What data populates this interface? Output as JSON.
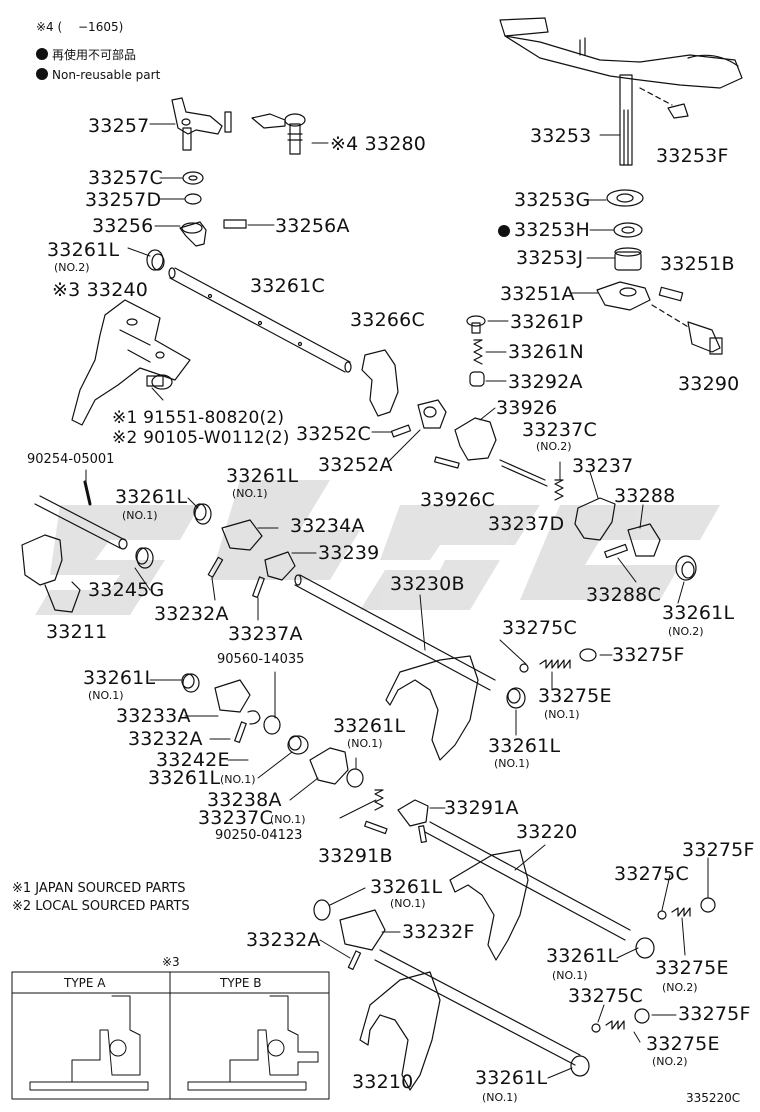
{
  "legend": {
    "note4": "※4 (　 −1605)",
    "nonreusable_jp": "再使用不可部品",
    "nonreusable_en": "Non-reusable part",
    "note1": "※1 JAPAN SOURCED PARTS",
    "note2": "※2 LOCAL SOURCED PARTS"
  },
  "type_box": {
    "mark": "※3",
    "type_a": "TYPE A",
    "type_b": "TYPE B"
  },
  "diagram_code": "335220C",
  "parts": {
    "p33257": "33257",
    "p33280": "※4 33280",
    "p33257c": "33257C",
    "p33257d": "33257D",
    "p33256": "33256",
    "p33256a": "33256A",
    "p33261l_a": "33261L",
    "no2_a": "(NO.2)",
    "p33240": "※3 33240",
    "p33261c": "33261C",
    "p33266c": "33266C",
    "p91551": "※1 91551-80820(2)",
    "p90105": "※2 90105-W0112(2)",
    "p33252c": "33252C",
    "p33252a": "33252A",
    "p33253": "33253",
    "p33253f": "33253F",
    "p33253g": "33253G",
    "p33253h": "33253H",
    "p33253j": "33253J",
    "p33251b": "33251B",
    "p33251a": "33251A",
    "p33261p": "33261P",
    "p33261n": "33261N",
    "p33292a": "33292A",
    "p33290": "33290",
    "p33926": "33926",
    "p33237c_t": "33237C",
    "no2_b": "(NO.2)",
    "p33237": "33237",
    "p33926c": "33926C",
    "p33237d": "33237D",
    "p33288": "33288",
    "p33288c": "33288C",
    "p33261l_b": "33261L",
    "no2_c": "(NO.2)",
    "p90254": "90254-05001",
    "p33261l_c": "33261L",
    "no1_c": "(NO.1)",
    "p33261l_d": "33261L",
    "no1_d": "(NO.1)",
    "p33234a": "33234A",
    "p33239": "33239",
    "p33245g": "33245G",
    "p33211": "33211",
    "p33232a_a": "33232A",
    "p33237a": "33237A",
    "p33230b": "33230B",
    "p90560": "90560-14035",
    "p33261l_e": "33261L",
    "no1_e": "(NO.1)",
    "p33233a": "33233A",
    "p33232a_b": "33232A",
    "p33242e": "33242E",
    "p33261l_f": "33261L",
    "no1_f": "(NO.1)",
    "p33275c_a": "33275C",
    "p33275f_a": "33275F",
    "p33275e_a": "33275E",
    "no1_g": "(NO.1)",
    "p33261l_g": "33261L",
    "no1_h": "(NO.1)",
    "p33261l_h": "33261L",
    "no1_i": "(NO.1)",
    "p33238a": "33238A",
    "p33237c_b": "33237C",
    "no1_j": "(NO.1)",
    "p33291a": "33291A",
    "p90250": "90250-04123",
    "p33291b": "33291B",
    "p33220": "33220",
    "p33275f_b": "33275F",
    "p33275c_b": "33275C",
    "p33261l_i": "33261L",
    "no1_k": "(NO.1)",
    "p33232f": "33232F",
    "p33232a_c": "33232A",
    "p33261l_j": "33261L",
    "no1_l": "(NO.1)",
    "p33275e_b": "33275E",
    "no2_d": "(NO.2)",
    "p33275c_c": "33275C",
    "p33275f_c": "33275F",
    "p33275e_c": "33275E",
    "no2_e": "(NO.2)",
    "p33210": "33210",
    "p33261l_k": "33261L",
    "no1_m": "(NO.1)"
  }
}
